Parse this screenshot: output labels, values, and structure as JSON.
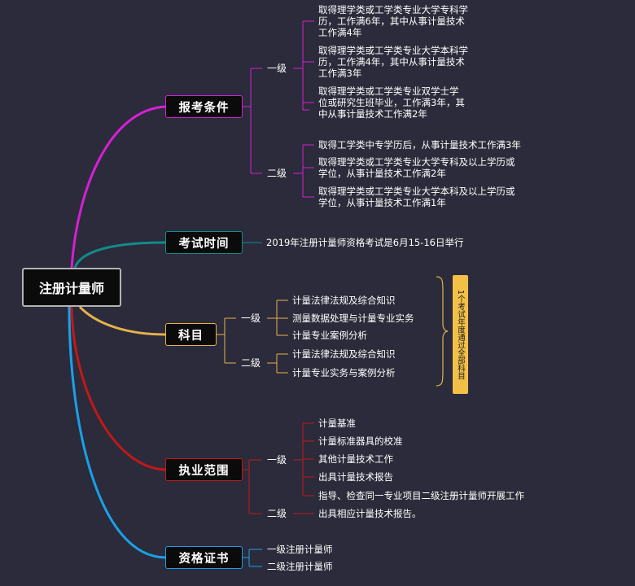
{
  "root": "注册计量师",
  "colors": {
    "background": "#2b2b3b",
    "magenta": "#d61fd6",
    "teal": "#138a8a",
    "gold": "#e8b24a",
    "red": "#c21818",
    "blue": "#1aa0e8"
  },
  "branches": {
    "exam_conditions": {
      "label": "报考条件",
      "level1": {
        "label": "一级",
        "items": [
          "取得理学类或工学类专业大学专科学历，工作满6年，其中从事计量技术工作满4年",
          "取得理学类或工学类专业大学本科学历，工作满4年，其中从事计量技术工作满3年",
          "取得理学类或工学类专业双学士学位或研究生班毕业，工作满3年，其中从事计量技术工作满2年"
        ]
      },
      "level2": {
        "label": "二级",
        "items": [
          "取得工学类中专学历后，从事计量技术工作满3年",
          "取得理学类或工学类专业大学专科及以上学历或学位，从事计量技术工作满2年",
          "取得理学类或工学类专业大学本科及以上学历或学位，从事计量技术工作满1年"
        ]
      }
    },
    "exam_time": {
      "label": "考试时间",
      "items": [
        "2019年注册计量师资格考试是6月15-16日举行"
      ]
    },
    "subjects": {
      "label": "科目",
      "level1": {
        "label": "一级",
        "items": [
          "计量法律法规及综合知识",
          "测量数据处理与计量专业实务",
          "计量专业案例分析"
        ]
      },
      "level2": {
        "label": "二级",
        "items": [
          "计量法律法规及综合知识",
          "计量专业实务与案例分析"
        ]
      },
      "note": "1个考试年度通过全部科目"
    },
    "practice_scope": {
      "label": "执业范围",
      "level1": {
        "label": "一级",
        "items": [
          "计量基准",
          "计量标准器具的校准",
          "其他计量技术工作",
          "出具计量技术报告",
          "指导、检查同一专业项目二级注册计量师开展工作"
        ]
      },
      "level2": {
        "label": "二级",
        "items": [
          "出具相应计量技术报告。"
        ]
      }
    },
    "certificate": {
      "label": "资格证书",
      "items": [
        "一级注册计量师",
        "二级注册计量师"
      ]
    }
  }
}
